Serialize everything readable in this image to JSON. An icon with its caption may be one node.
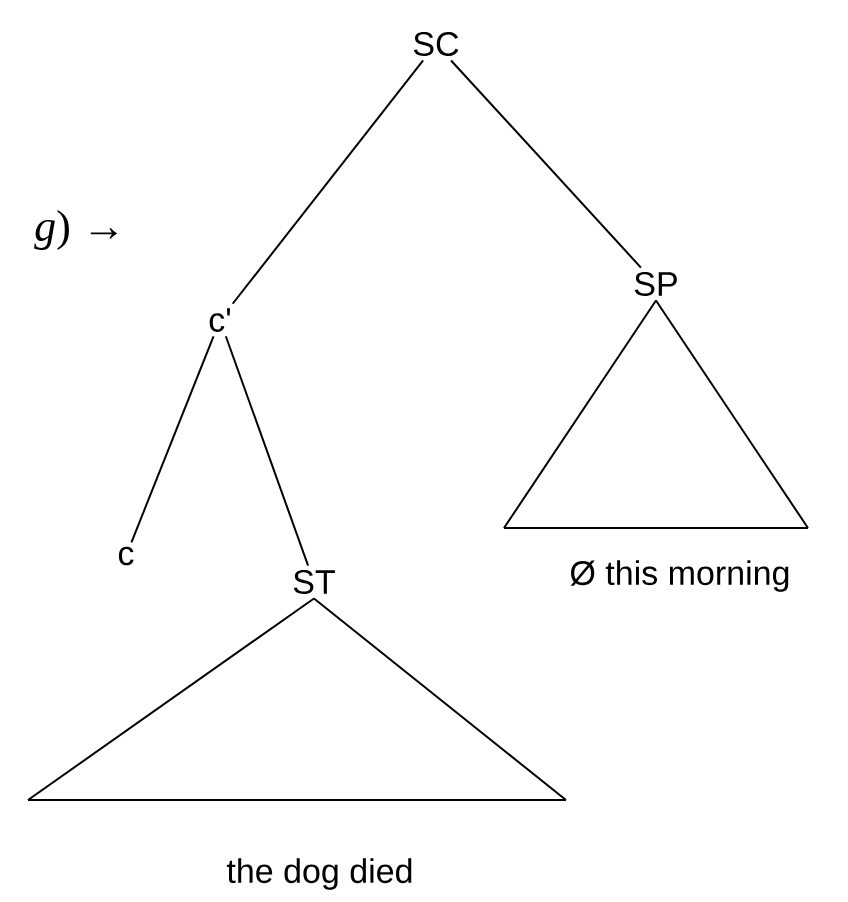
{
  "diagram": {
    "nodes": [
      {
        "text": [
          "SC"
        ]
      },
      {
        "text": [
          "c'"
        ]
      },
      {
        "text": [
          "SP"
        ]
      },
      {
        "text": [
          "c"
        ]
      },
      {
        "text": [
          "ST"
        ]
      },
      {
        "text": [
          "Ø this morning"
        ]
      },
      {
        "text": [
          "the dog died"
        ]
      }
    ],
    "edges": [
      {
        "from": 0,
        "to": 1,
        "arrow": "none"
      },
      {
        "from": 0,
        "to": 2,
        "arrow": "none"
      },
      {
        "from": 1,
        "to": 3,
        "arrow": "none"
      },
      {
        "from": 1,
        "to": 4,
        "arrow": "none"
      },
      {
        "from": 2,
        "to": 5,
        "arrow": "none"
      },
      {
        "from": 4,
        "to": 6,
        "arrow": "none"
      }
    ],
    "labels": [
      "*g*) →"
    ]
  }
}
